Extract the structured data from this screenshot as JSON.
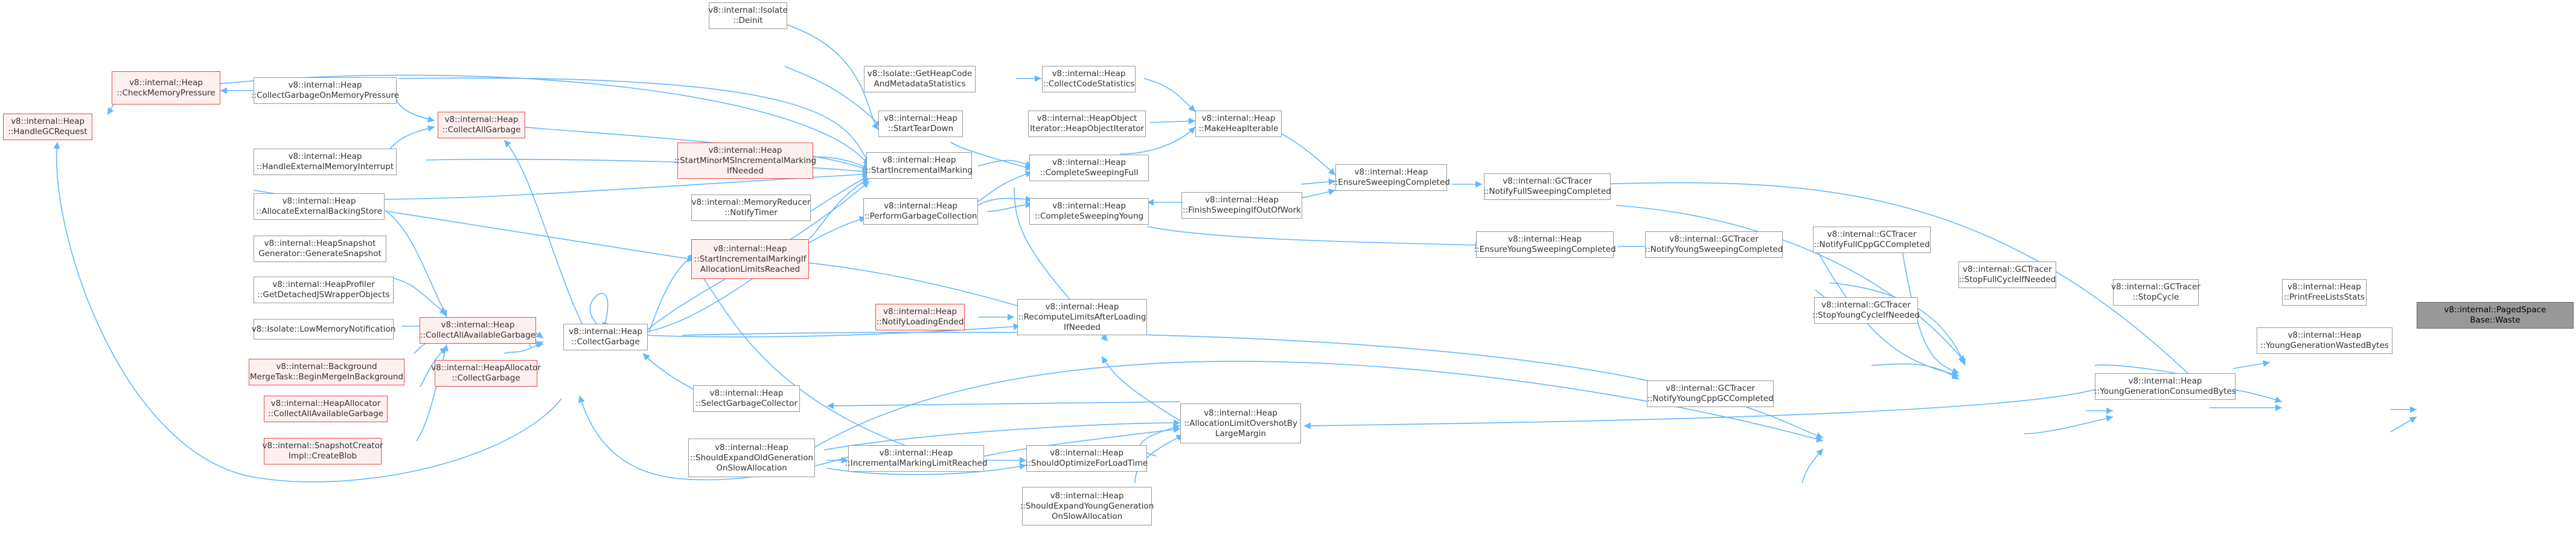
{
  "colors": {
    "edge": "#63b8ff",
    "node_border": "#999999",
    "red_border": "#e84a4a",
    "red_fill": "#fff0f0",
    "root_fill": "#999999"
  },
  "nodes": {
    "deinit": [
      "v8::internal::Isolate",
      "::Deinit"
    ],
    "getheapcode": [
      "v8::Isolate::GetHeapCode",
      "AndMetadataStatistics"
    ],
    "collectcode": [
      "v8::internal::Heap",
      "::CollectCodeStatistics"
    ],
    "checkmem": [
      "v8::internal::Heap",
      "::CheckMemoryPressure"
    ],
    "collectonmem": [
      "v8::internal::Heap",
      "::CollectGarbageOnMemoryPressure"
    ],
    "handlegc": [
      "v8::internal::Heap",
      "::HandleGCRequest"
    ],
    "collectall": [
      "v8::internal::Heap",
      "::CollectAllGarbage"
    ],
    "starttear": [
      "v8::internal::Heap",
      "::StartTearDown"
    ],
    "heapobjiter": [
      "v8::internal::HeapObject",
      "Iterator::HeapObjectIterator"
    ],
    "makeiter": [
      "v8::internal::Heap",
      "::MakeHeapIterable"
    ],
    "handleext": [
      "v8::internal::Heap",
      "::HandleExternalMemoryInterrupt"
    ],
    "startminor": [
      "v8::internal::Heap",
      "::StartMinorMSIncrementalMarking",
      "IfNeeded"
    ],
    "startincr": [
      "v8::internal::Heap",
      "::StartIncrementalMarking"
    ],
    "completefull": [
      "v8::internal::Heap",
      "::CompleteSweepingFull"
    ],
    "ensuresweep": [
      "v8::internal::Heap",
      "::EnsureSweepingCompleted"
    ],
    "notifyfull": [
      "v8::internal::GCTracer",
      "::NotifyFullSweepingCompleted"
    ],
    "memreducer": [
      "v8::internal::MemoryReducer",
      "::NotifyTimer"
    ],
    "performgc": [
      "v8::internal::Heap",
      "::PerformGarbageCollection"
    ],
    "completeyoung": [
      "v8::internal::Heap",
      "::CompleteSweepingYoung"
    ],
    "finishsweep": [
      "v8::internal::Heap",
      "::FinishSweepingIfOutOfWork"
    ],
    "allocext": [
      "v8::internal::Heap",
      "::AllocateExternalBackingStore"
    ],
    "startincrlim": [
      "v8::internal::Heap",
      "::StartIncrementalMarkingIf",
      "AllocationLimitsReached"
    ],
    "ensureyoung": [
      "v8::internal::Heap",
      "::EnsureYoungSweepingCompleted"
    ],
    "notifyyoung": [
      "v8::internal::GCTracer",
      "::NotifyYoungSweepingCompleted"
    ],
    "notifycppfull": [
      "v8::internal::GCTracer",
      "::NotifyFullCppGCCompleted"
    ],
    "heapsnap": [
      "v8::internal::HeapSnapshot",
      "Generator::GenerateSnapshot"
    ],
    "stopfull": [
      "v8::internal::GCTracer",
      "::StopFullCycleIfNeeded"
    ],
    "stopcycle": [
      "v8::internal::GCTracer",
      "::StopCycle"
    ],
    "printfree": [
      "v8::internal::Heap",
      "::PrintFreeListsStats"
    ],
    "waste": [
      "v8::internal::PagedSpace",
      "Base::Waste"
    ],
    "heapprofiler": [
      "v8::internal::HeapProfiler",
      "::GetDetachedJSWrapperObjects"
    ],
    "stopyoung": [
      "v8::internal::GCTracer",
      "::StopYoungCycleIfNeeded"
    ],
    "lowmem": [
      "v8::Isolate::LowMemoryNotification"
    ],
    "collectavail": [
      "v8::internal::Heap",
      "::CollectAllAvailableGarbage"
    ],
    "collectgarbage": [
      "v8::internal::Heap",
      "::CollectGarbage"
    ],
    "notifyload": [
      "v8::internal::Heap",
      "::NotifyLoadingEnded"
    ],
    "recompute": [
      "v8::internal::Heap",
      "::RecomputeLimitsAfterLoading",
      "IfNeeded"
    ],
    "bgmerge": [
      "v8::internal::Background",
      "MergeTask::BeginMergeInBackground"
    ],
    "heapalloccg": [
      "v8::internal::HeapAllocator",
      "::CollectGarbage"
    ],
    "youngwasted": [
      "v8::internal::Heap",
      "::YoungGenerationWastedBytes"
    ],
    "heapallocall": [
      "v8::internal::HeapAllocator",
      "::CollectAllAvailableGarbage"
    ],
    "selectgc": [
      "v8::internal::Heap",
      "::SelectGarbageCollector"
    ],
    "youngconsumed": [
      "v8::internal::Heap",
      "::YoungGenerationConsumedBytes"
    ],
    "notifycppyoung": [
      "v8::internal::GCTracer",
      "::NotifyYoungCppGCCompleted"
    ],
    "snapcreator": [
      "v8::internal::SnapshotCreator",
      "Impl::CreateBlob"
    ],
    "allocovershoot": [
      "v8::internal::Heap",
      "::AllocationLimitOvershotBy",
      "LargeMargin"
    ],
    "expandold": [
      "v8::internal::Heap",
      "::ShouldExpandOldGeneration",
      "OnSlowAllocation"
    ],
    "incrlimit": [
      "v8::internal::Heap",
      "::IncrementalMarkingLimitReached"
    ],
    "optimizeload": [
      "v8::internal::Heap",
      "::ShouldOptimizeForLoadTime"
    ],
    "expandyoung": [
      "v8::internal::Heap",
      "::ShouldExpandYoungGeneration",
      "OnSlowAllocation"
    ]
  }
}
